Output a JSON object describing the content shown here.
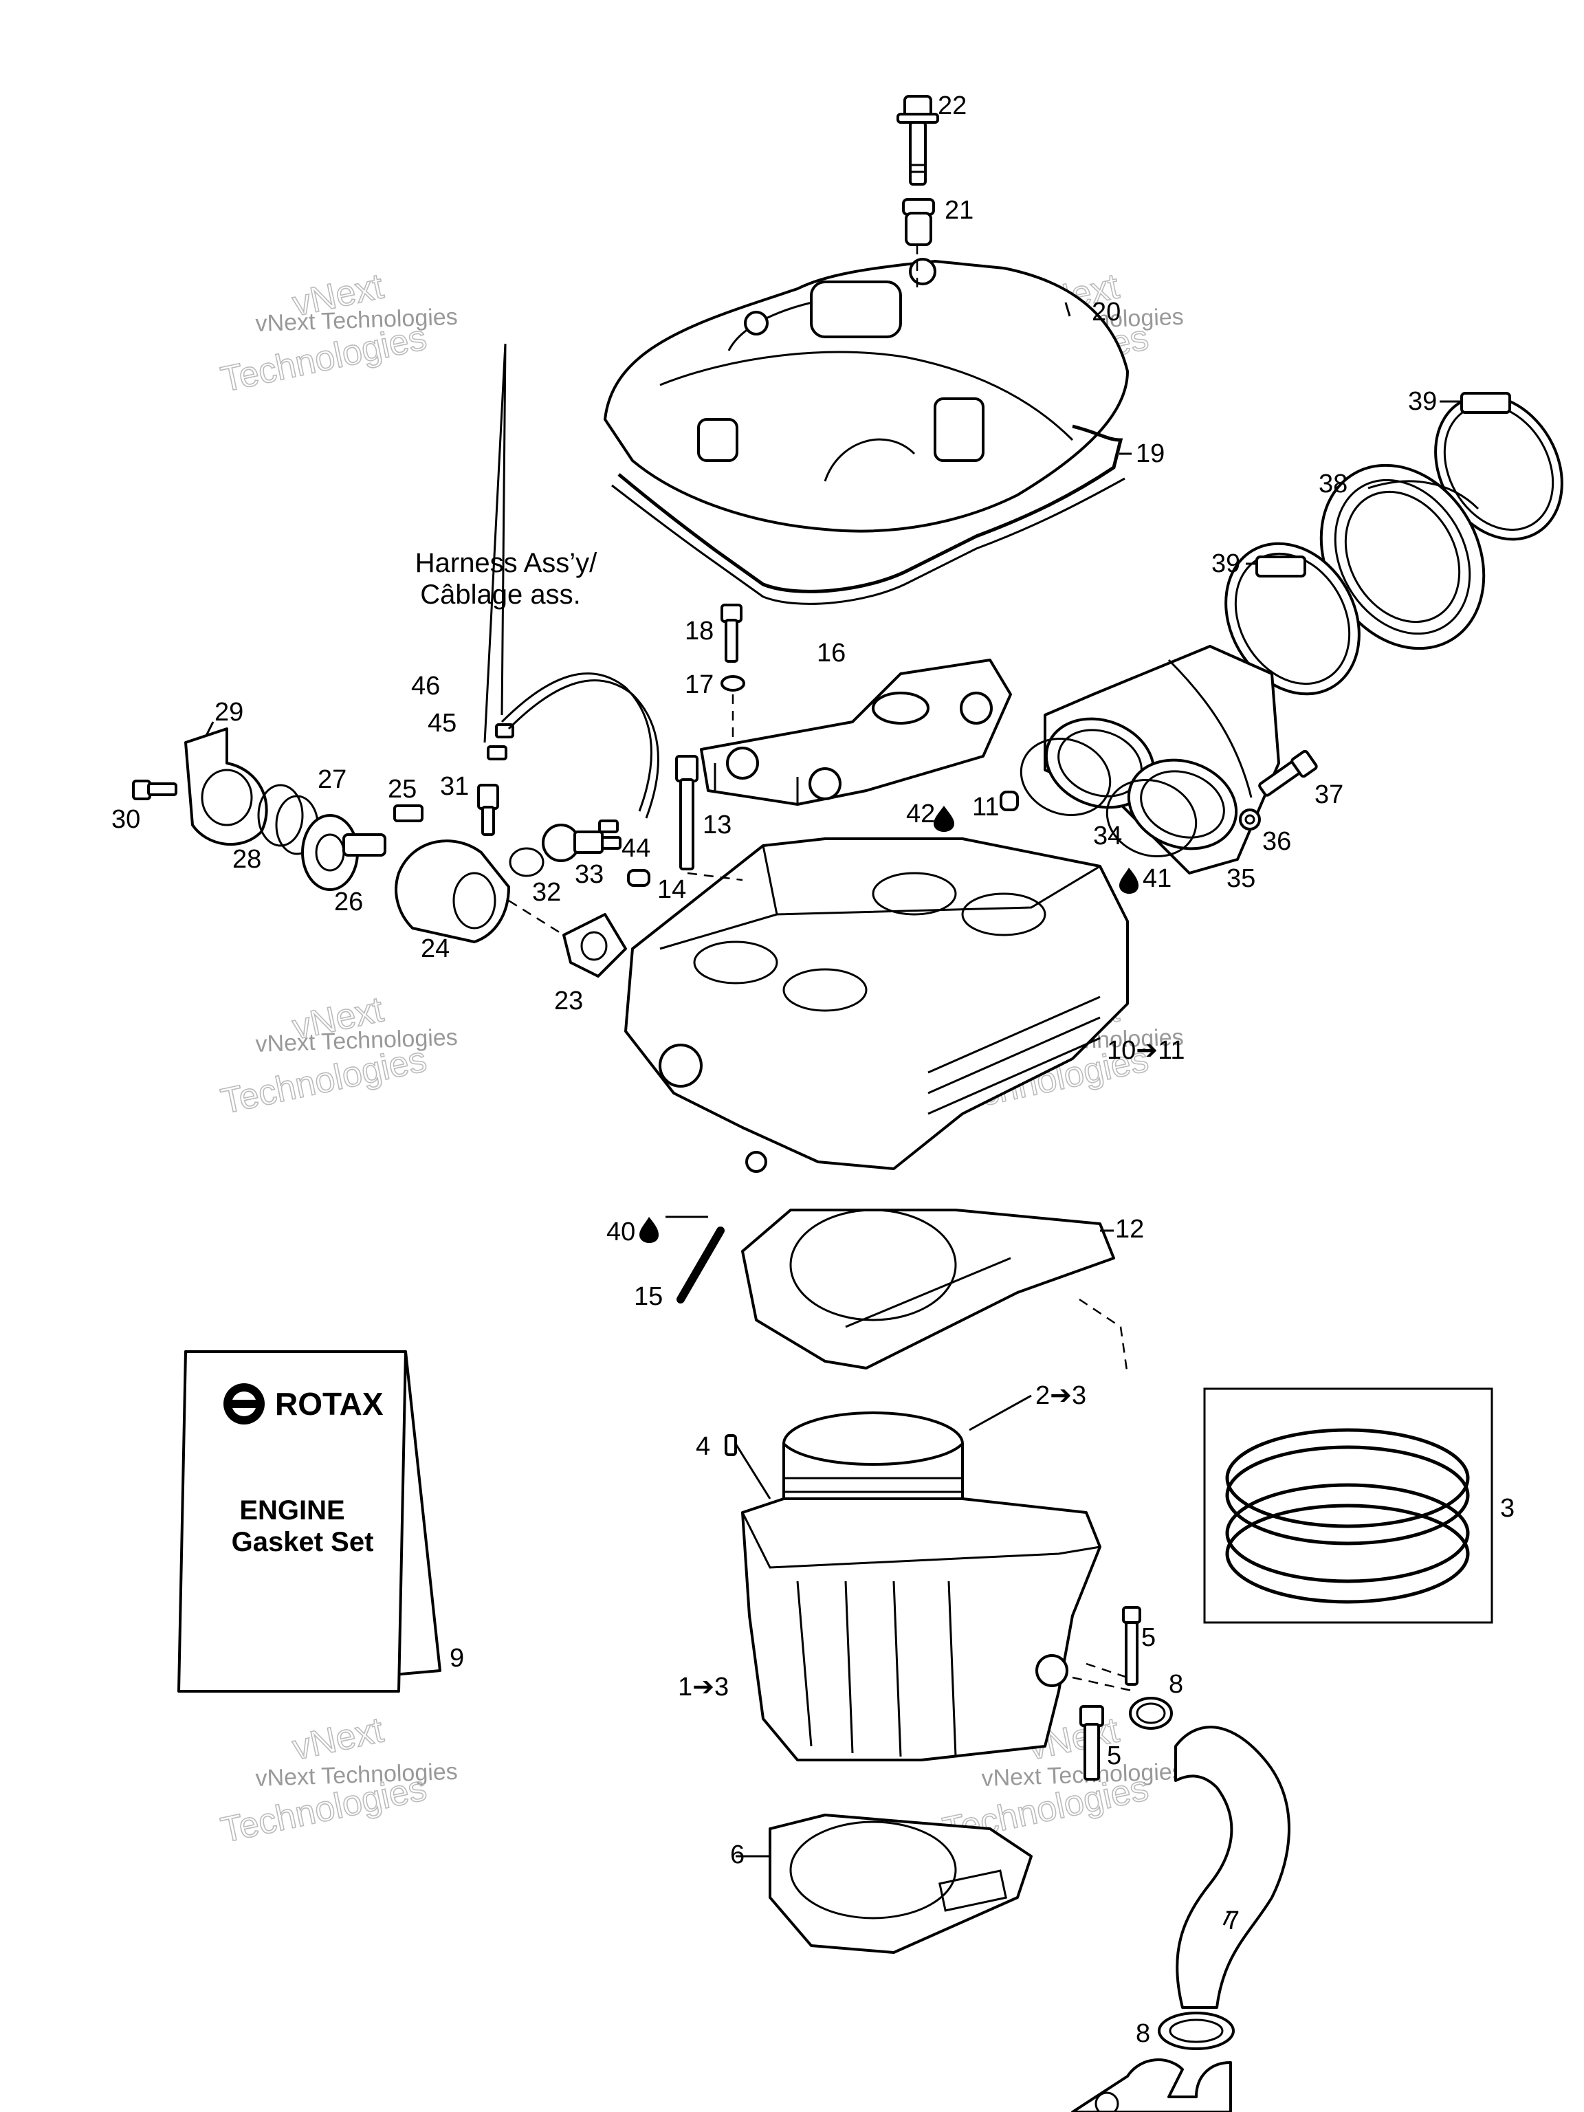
{
  "labels": {
    "p22": "22",
    "p21": "21",
    "p20": "20",
    "p19": "19",
    "p39a": "39",
    "p38": "38",
    "p39b": "39",
    "p18": "18",
    "p17": "17",
    "p16": "16",
    "p46": "46",
    "p45": "45",
    "p29": "29",
    "p27": "27",
    "p25": "25",
    "p31": "31",
    "p30": "30",
    "p28": "28",
    "p26": "26",
    "p24": "24",
    "p23": "23",
    "p32": "32",
    "p33": "33",
    "p44": "44",
    "p13": "13",
    "p14": "14",
    "p42": "42",
    "p11": "11",
    "p34": "34",
    "p35": "35",
    "p36": "36",
    "p37": "37",
    "p41": "41",
    "p10to11": "10➔11",
    "p12": "12",
    "p40": "40",
    "p15": "15",
    "p2to3": "2➔3",
    "p4": "4",
    "p3": "3",
    "p5a": "5",
    "p5b": "5",
    "p1to3": "1➔3",
    "p8a": "8",
    "p8b": "8",
    "p6": "6",
    "p7": "7",
    "p9": "9"
  },
  "harness": {
    "line1": "Harness Ass’y/",
    "line2": "Câblage ass."
  },
  "booklet": {
    "brand": "ROTAX",
    "registered": ".",
    "title1": "ENGINE",
    "title2": "Gasket Set"
  },
  "watermark": {
    "small": "vNext Technologies",
    "big1": "vNext",
    "big2": "Technologies"
  },
  "icons": [
    "bolt-icon",
    "oil-drop-icon",
    "rotax-logo-icon"
  ]
}
